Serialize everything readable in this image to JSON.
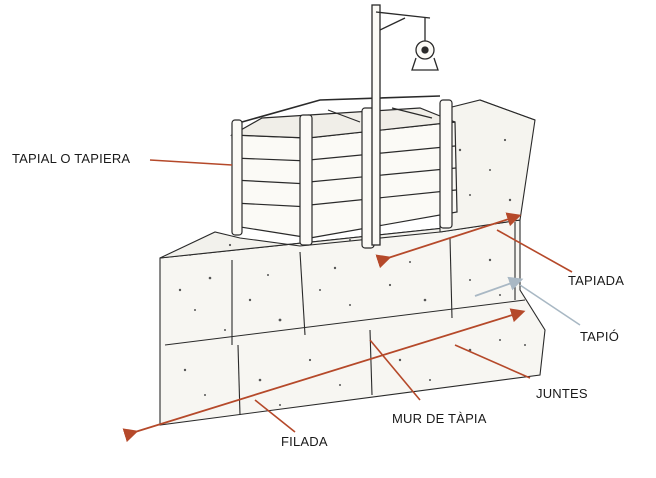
{
  "diagram": {
    "labels": {
      "tapial": "TAPIAL O TAPIERA",
      "tapiada": "TAPIADA",
      "tapio": "TAPIÓ",
      "juntes": "JUNTES",
      "mur": "MUR DE TÀPIA",
      "filada": "FILADA"
    },
    "colors": {
      "arrow": "#b5492a",
      "tapio_arrow": "#a9b8c4",
      "ink": "#2a2a2a",
      "wall_fill": "#f7f6f2",
      "wood_fill": "#fbfaf6"
    }
  }
}
